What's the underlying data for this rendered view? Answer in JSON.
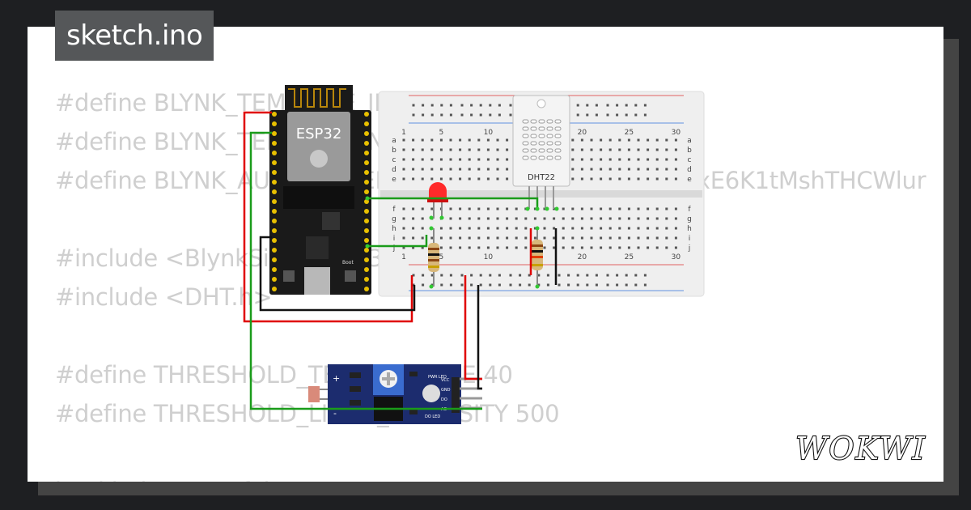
{
  "file_tab": {
    "label": "sketch.ino"
  },
  "code_lines": [
    "#define BLYNK_TEMPLATE_ID \"TMPL6xxxxxxx\"",
    "#define BLYNK_TEMPLATE_NAME \"Monitor\"",
    "#define BLYNK_AUTH_TOKEN \"xxxxxxxxxxxxxxxxxxxxxxE6K1tMshTHCWlur",
    "",
    "#include <BlynkSimpleEsp32.h>",
    "#include <DHT.h>",
    "",
    "#define THRESHOLD_TEMPERATURE 40",
    "#define THRESHOLD_LIGHT_INTENSITY 500",
    "",
    "bool ledState = false;"
  ],
  "esp32": {
    "label": "ESP32",
    "boot_label": "Boot"
  },
  "dht": {
    "label": "DHT22"
  },
  "breadboard": {
    "column_numbers": [
      "1",
      "5",
      "10",
      "15",
      "20",
      "25",
      "30"
    ],
    "rows_top": [
      "a",
      "b",
      "c",
      "d",
      "e"
    ],
    "rows_bottom": [
      "f",
      "g",
      "h",
      "i",
      "j"
    ]
  },
  "ldr_module": {
    "plus": "+",
    "minus": "-",
    "pwr_led": "PWR LED",
    "vcc": "VCC",
    "gnd": "GND",
    "do": "DO",
    "ao": "AO",
    "do_led": "DO LED"
  },
  "logo": {
    "text": "WOKWI"
  },
  "colors": {
    "wire_red": "#e00000",
    "wire_green": "#1a9c1a",
    "wire_black": "#111111",
    "board": "#1a1a1a",
    "module": "#1c2c6e",
    "code_text": "#cfcfcf",
    "tab_bg": "#555759"
  }
}
